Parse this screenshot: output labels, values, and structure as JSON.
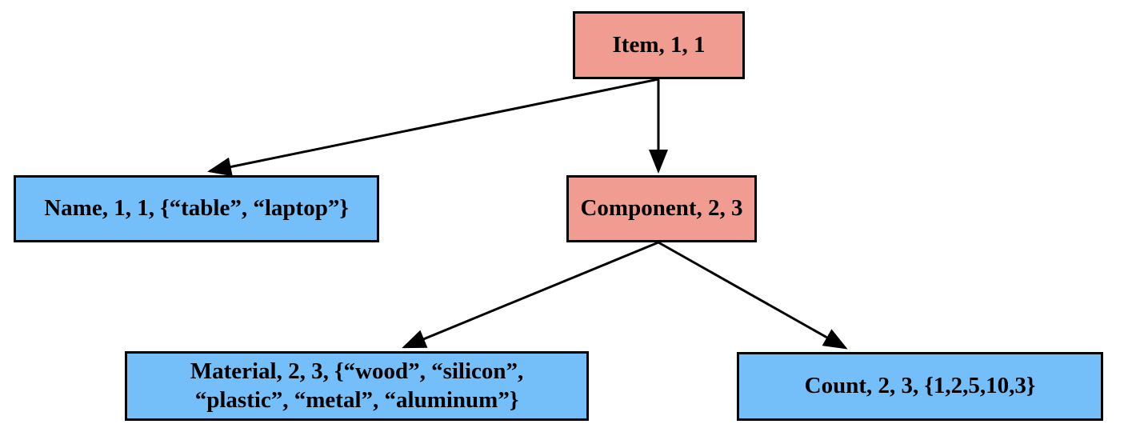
{
  "diagram": {
    "nodes": {
      "item": {
        "label": "Item, 1, 1",
        "kind": "entity"
      },
      "name": {
        "label": "Name, 1, 1, {“table”, “laptop”}",
        "kind": "attribute"
      },
      "component": {
        "label": "Component, 2, 3",
        "kind": "entity"
      },
      "material": {
        "label_line1": "Material, 2, 3, {“wood”, “silicon”,",
        "label_line2": "“plastic”, “metal”, “aluminum”}",
        "kind": "attribute"
      },
      "count": {
        "label": "Count, 2, 3, {1,2,5,10,3}",
        "kind": "attribute"
      }
    },
    "edges": [
      {
        "from": "item",
        "to": "name"
      },
      {
        "from": "item",
        "to": "component"
      },
      {
        "from": "component",
        "to": "material"
      },
      {
        "from": "component",
        "to": "count"
      }
    ],
    "colors": {
      "entity_fill": "#f19c90",
      "attribute_fill": "#74befa",
      "border": "#000000",
      "arrow": "#000000"
    }
  }
}
